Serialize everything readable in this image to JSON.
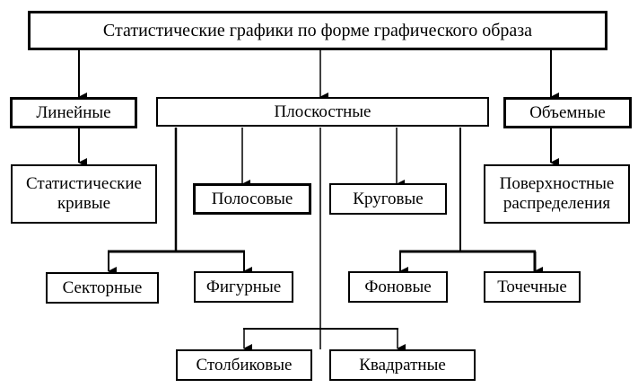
{
  "diagram": {
    "root": "Статистические графики по форме графического образа",
    "level1": {
      "linear": "Линейные",
      "planar": "Плоскостные",
      "volumetric": "Объемные"
    },
    "linear_children": {
      "stat_curves_line1": "Статистические",
      "stat_curves_line2": "кривые"
    },
    "planar_children": {
      "strip": "Полосовые",
      "circular": "Круговые",
      "sector": "Секторные",
      "figure": "Фигурные",
      "background": "Фоновые",
      "dot": "Точечные",
      "column": "Столбиковые",
      "square": "Квадратные"
    },
    "volumetric_children": {
      "surface_line1": "Поверхностные",
      "surface_line2": "распределения"
    },
    "edges": [
      [
        "root",
        "Линейные"
      ],
      [
        "root",
        "Плоскостные"
      ],
      [
        "root",
        "Объемные"
      ],
      [
        "Линейные",
        "Статистические кривые"
      ],
      [
        "Плоскостные",
        "Полосовые"
      ],
      [
        "Плоскостные",
        "Круговые"
      ],
      [
        "Плоскостные",
        "Секторные"
      ],
      [
        "Плоскостные",
        "Фигурные"
      ],
      [
        "Плоскостные",
        "Фоновые"
      ],
      [
        "Плоскостные",
        "Точечные"
      ],
      [
        "Плоскостные",
        "Столбиковые"
      ],
      [
        "Плоскостные",
        "Квадратные"
      ],
      [
        "Объемные",
        "Поверхностные распределения"
      ]
    ]
  }
}
